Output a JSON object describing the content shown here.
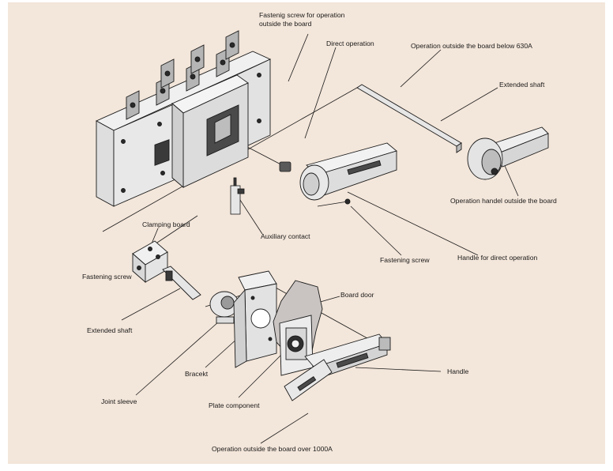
{
  "labels": {
    "fastening_screw_outside": [
      "Fastenig screw for operation",
      "outside the board"
    ],
    "direct_operation": "Direct operation",
    "operation_below_630": "Operation outside the board below 630A",
    "extended_shaft_top": "Extended shaft",
    "operation_handel": "Operation handel outside the board",
    "auxiliary_contact": "Auxiliary contact",
    "fastening_screw_mid": "Fastening screw",
    "handle_direct": "Handle for direct operation",
    "clamping_board": "Clamping board",
    "fastening_screw_left": "Fastening screw",
    "extended_shaft_left": "Extended shaft",
    "board_door": "Board door",
    "bracket": "Bracekt",
    "joint_sleeve": "Joint sleeve",
    "plate_component": "Plate component",
    "handle": "Handle",
    "operation_over_1000": "Operation outside the board over 1000A"
  },
  "colors": {
    "background": "#f3e6da",
    "part_fill": "#e6e6e6",
    "part_dark": "#3a3a3a",
    "door_fill": "#c9c4c2",
    "line": "#1a1a1a"
  }
}
